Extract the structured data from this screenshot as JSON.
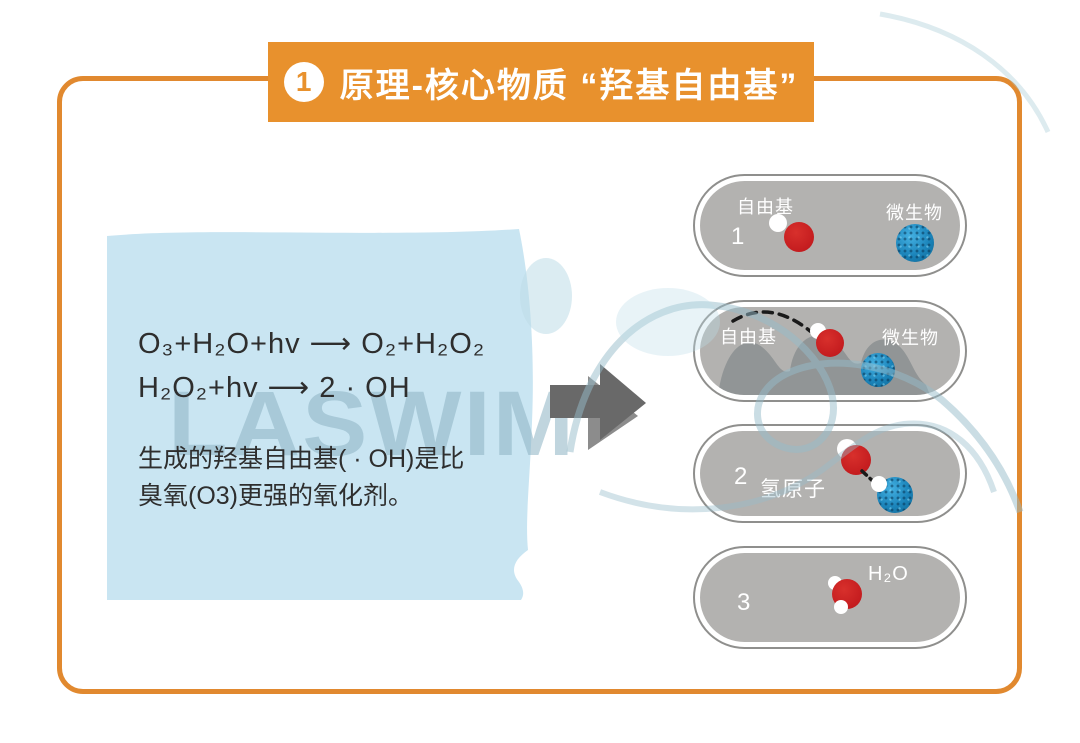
{
  "header": {
    "badge": "1",
    "title": "原理-核心物质 “羟基自由基”"
  },
  "formula_panel": {
    "eq1": "O₃+H₂O+hv ⟶ O₂+H₂O₂",
    "eq2": "H₂O₂+hv ⟶ 2 · OH",
    "note_line1": "生成的羟基自由基( · OH)是比",
    "note_line2": "臭氧(O3)更强的氧化剂。"
  },
  "watermark": {
    "text": "LASWIM"
  },
  "capsules": [
    {
      "number": "1",
      "radical_label": "自由基",
      "microbe_label": "微生物"
    },
    {
      "number": "",
      "radical_label": "自由基",
      "microbe_label": "微生物"
    },
    {
      "number": "2",
      "atom_label": "氢原子"
    },
    {
      "number": "3",
      "molecule_label": "H₂O"
    }
  ],
  "colors": {
    "accent_orange": "#E8912D",
    "frame_orange": "#E1892F",
    "panel_blue": "#C9E5F2",
    "capsule_gray": "#B3B2B0",
    "radical_red": "#C31B1E",
    "microbe_blue": "#1B84BA",
    "arrow_gray": "#696969",
    "watermark_blue": "#8CB2C3"
  }
}
